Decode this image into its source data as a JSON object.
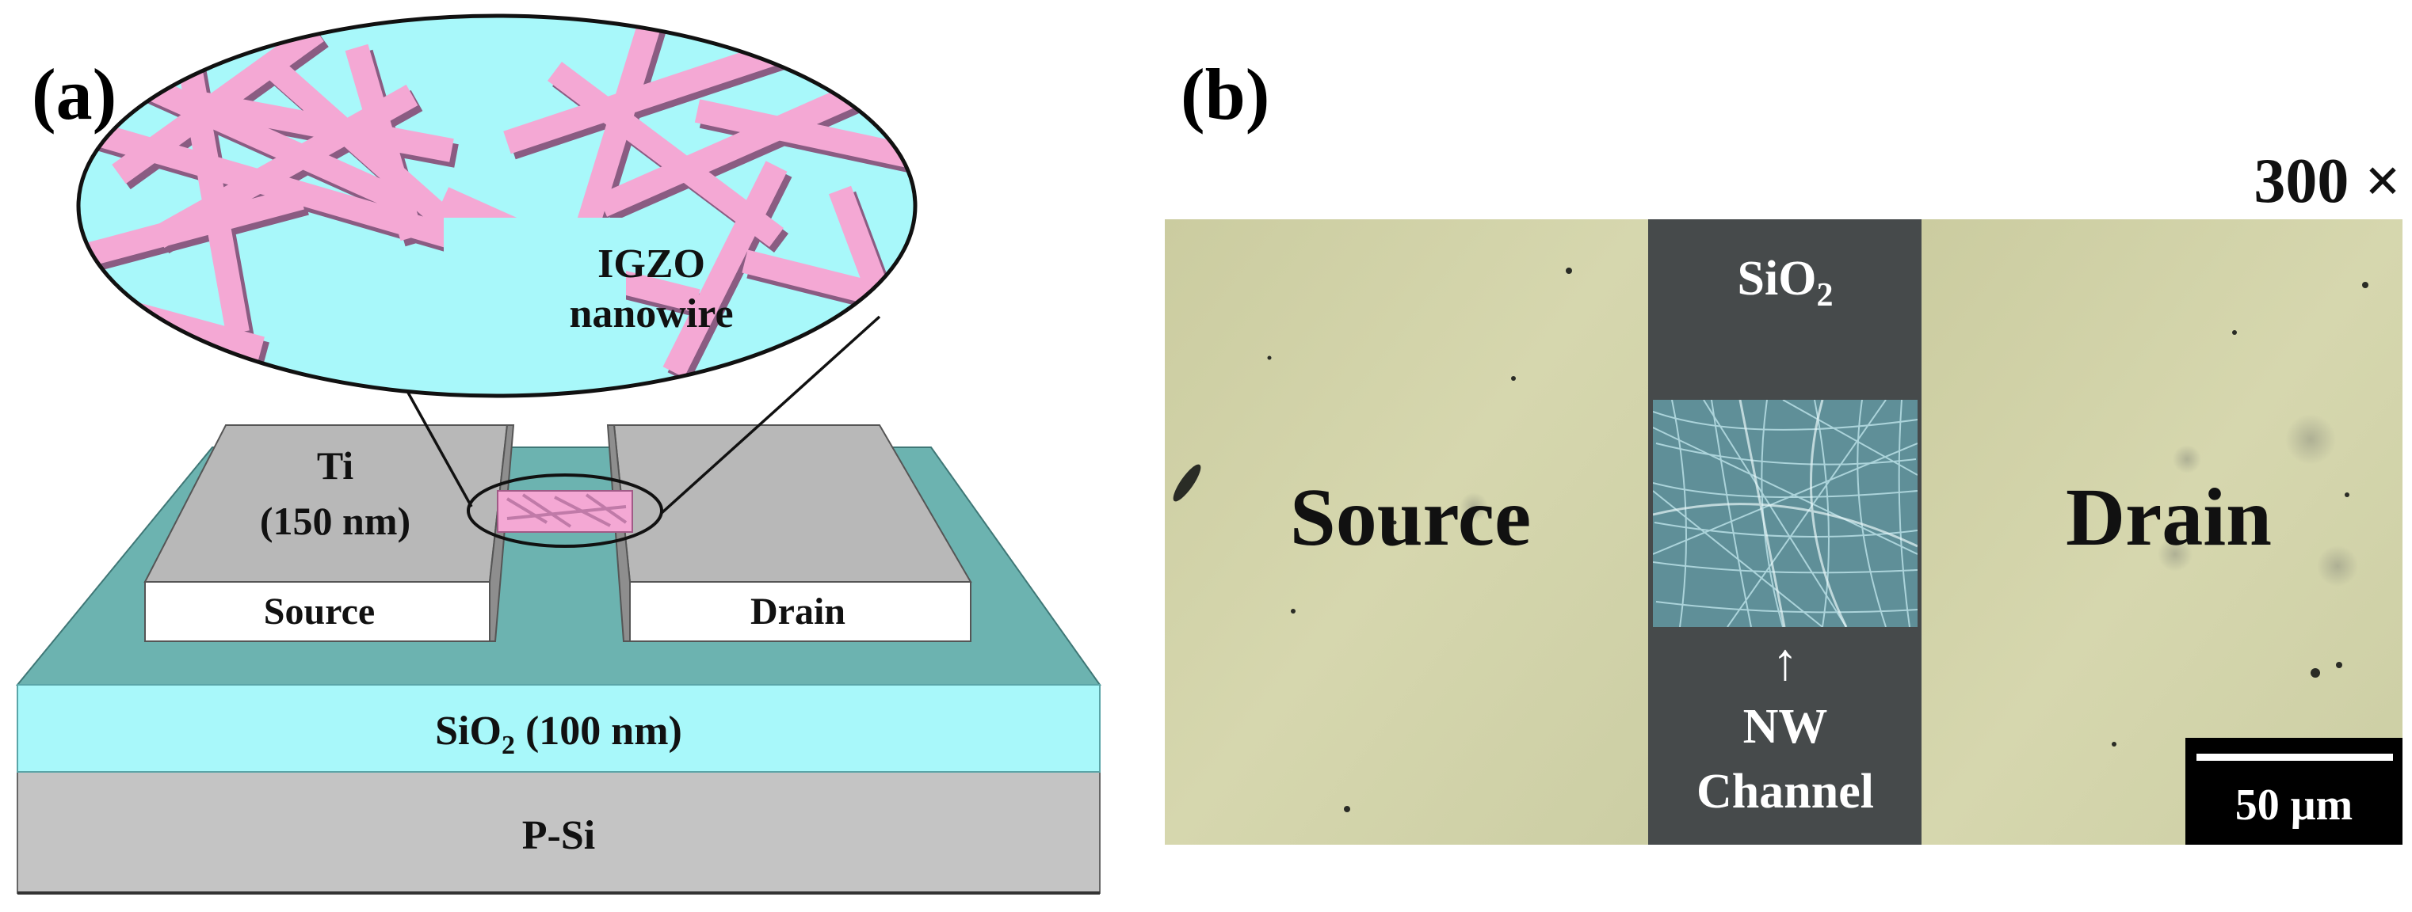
{
  "panel_a": {
    "label": "(a)",
    "zoom_label_line1": "IGZO",
    "zoom_label_line2": "nanowire",
    "electrode_material_line1": "Ti",
    "electrode_material_line2": "(150 nm)",
    "source_label": "Source",
    "drain_label": "Drain",
    "oxide_label": "SiO",
    "oxide_subscript": "2",
    "oxide_thickness": " (100 nm)",
    "substrate_label": "P-Si"
  },
  "panel_b": {
    "label": "(b)",
    "magnification": "300 ×",
    "oxide_label": "SiO",
    "oxide_subscript": "2",
    "source_label": "Source",
    "drain_label": "Drain",
    "arrow": "↑",
    "channel_line1": "NW",
    "channel_line2": "Channel",
    "scale_bar": "50 μm"
  },
  "colors": {
    "oxide_light": "#a8f8fa",
    "oxide_dark": "#6cb3b0",
    "electrode": "#b8b8b8",
    "substrate": "#c4c4c4",
    "nanowire": "#f4a8d4",
    "micro_electrode": "#d2d3a9",
    "micro_gap": "#454849"
  }
}
